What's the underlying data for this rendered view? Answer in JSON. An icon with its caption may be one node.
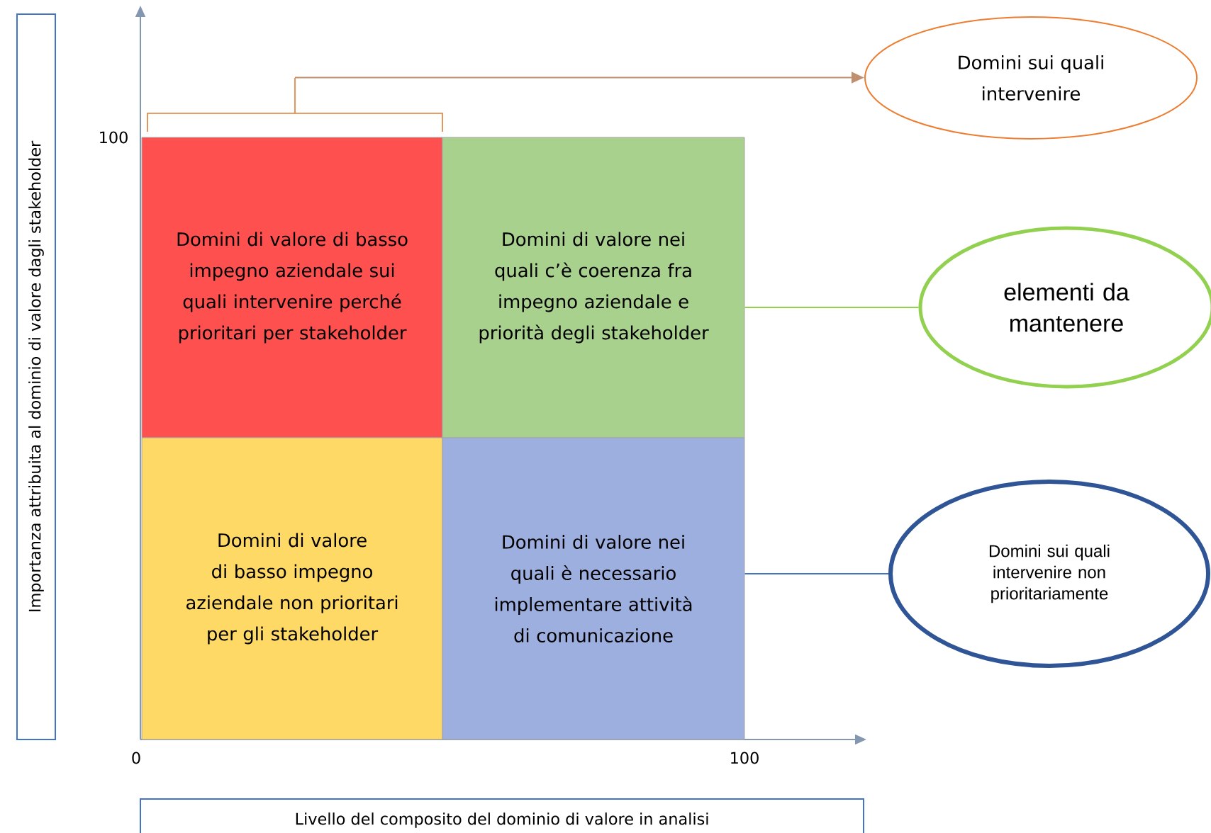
{
  "diagram": {
    "nodes": [
      {
        "text": [],
        "shape": "bracket"
      },
      {
        "text": [
          "Domini di valore di basso impegno aziendale sui quali intervenire perché prioritari per stakeholder"
        ]
      },
      {
        "text": [
          "Domini di valore nei quali c’è coerenza fra impegno aziendale e priorità degli stakeholder"
        ]
      },
      {
        "text": [
          "Domini di valore di basso impegno aziendale non prioritari per gli stakeholder"
        ]
      },
      {
        "text": [
          "Domini di valore nei quali è necessario implementare attività di comunicazione"
        ]
      },
      {
        "text": [
          "Domini sui quali intervenire"
        ]
      },
      {
        "text": [
          "elementi da mantenere"
        ]
      },
      {
        "text": [
          "Domini sui quali intervenire non prioritariamente"
        ]
      },
      {
        "text": [
          "Importanza attribuita al dominio di valore dagli stakeholder"
        ]
      },
      {
        "text": [
          "Livello del composito del dominio di valore in analisi"
        ]
      }
    ],
    "edges": [
      {
        "from": 0,
        "to": 5,
        "arrow": "to",
        "color": "#c0906e"
      },
      {
        "from": 2,
        "to": 6,
        "arrow": "none",
        "color": "#92d050"
      },
      {
        "from": 4,
        "to": 7,
        "arrow": "none",
        "color": "#4472c4"
      }
    ],
    "labels": [
      "100",
      "0",
      "100"
    ]
  }
}
